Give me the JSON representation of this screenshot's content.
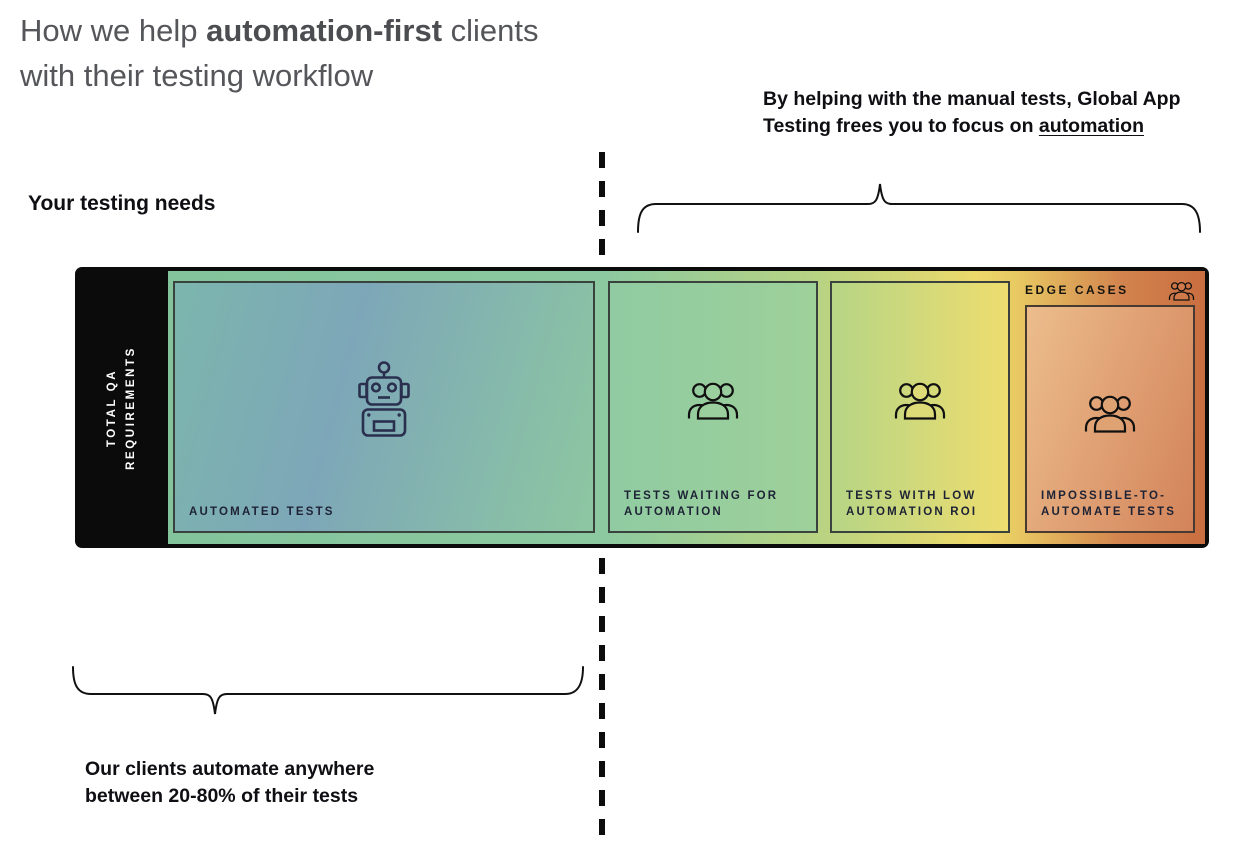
{
  "title": {
    "line1_prefix": "How we help ",
    "line1_bold": "automation-first",
    "line1_suffix": " clients",
    "line2": "with their testing workflow"
  },
  "annotations": {
    "top_right_text": "By helping with the manual tests, Global App Testing frees you to focus on ",
    "top_right_underlined": "automation",
    "left_heading": "Your testing needs",
    "bottom_text": "Our clients automate anywhere between 20-80% of their tests"
  },
  "bar": {
    "left_rail_line1": "TOTAL QA",
    "left_rail_line2": "REQUIREMENTS",
    "edge_cases_label": "EDGE CASES",
    "sections": [
      {
        "label": "AUTOMATED TESTS",
        "icon": "robot-icon"
      },
      {
        "label": "TESTS WAITING FOR AUTOMATION",
        "icon": "people-group-icon"
      },
      {
        "label": "TESTS WITH LOW AUTOMATION ROI",
        "icon": "people-group-icon"
      },
      {
        "label": "IMPOSSIBLE-TO-AUTOMATE TESTS",
        "icon": "people-group-icon"
      }
    ]
  },
  "colors": {
    "bar_outline": "#0b0b0b",
    "teal": "#7cb5ad",
    "blue": "#7da7b8",
    "green": "#8cc9a0",
    "yellow": "#ecd96a",
    "orange": "#c96e40",
    "rail_text": "#ffffff"
  }
}
